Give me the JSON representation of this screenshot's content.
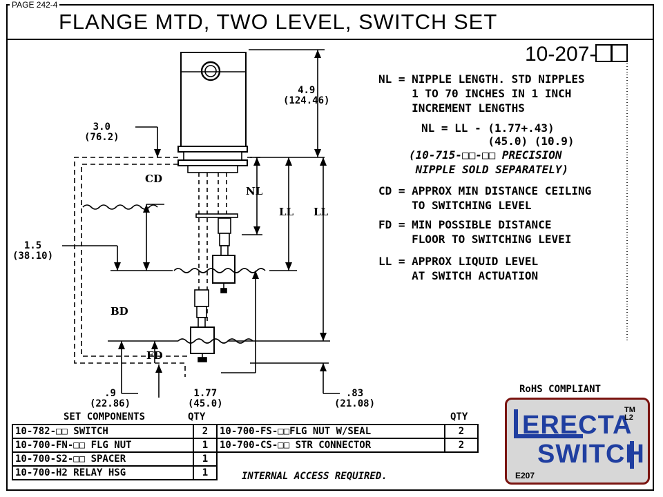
{
  "page_label": "PAGE 242-4",
  "title": "FLANGE  MTD, TWO LEVEL, SWITCH SET",
  "part_number": "10-207-",
  "notes": {
    "nl_1": "NL = NIPPLE LENGTH. STD NIPPLES",
    "nl_2": "     1 TO 70 INCHES IN 1 INCH",
    "nl_3": "     INCREMENT LENGTHS",
    "formula_1": "NL = LL - (1.77+.43)",
    "formula_2": "          (45.0) (10.9)",
    "precision_1": "(10-715-□□-□□ PRECISION",
    "precision_2": " NIPPLE SOLD SEPARATELY)",
    "cd_1": "CD = APPROX MIN DISTANCE CEILING",
    "cd_2": "     TO SWITCHING LEVEL",
    "fd_1": "FD = MIN POSSIBLE DISTANCE",
    "fd_2": "     FLOOR TO SWITCHING LEVEI",
    "ll_1": "LL = APPROX LIQUID LEVEL",
    "ll_2": "     AT SWITCH ACTUATION"
  },
  "dimensions": {
    "d49": "4.9\n(124.46)",
    "d30": "3.0\n(76.2)",
    "d15": "1.5\n(38.10)",
    "d09": ".9\n(22.86)",
    "d177": "1.77\n(45.0)",
    "d083": ".83\n(21.08)"
  },
  "labels": {
    "cd": "CD",
    "nl": "NL",
    "ll_a": "LL",
    "ll_b": "LL",
    "bd": "BD",
    "fd": "FD"
  },
  "components": {
    "header_set": "SET COMPONENTS",
    "header_qty1": "QTY",
    "header_qty2": "QTY",
    "rows": [
      {
        "left_part": "10-782-□□ SWITCH",
        "left_qty": "2",
        "right_part": "10-700-FS-□□FLG NUT W/SEAL",
        "right_qty": "2"
      },
      {
        "left_part": "10-700-FN-□□ FLG NUT",
        "left_qty": "1",
        "right_part": "10-700-CS-□□ STR CONNECTOR",
        "right_qty": "2"
      },
      {
        "left_part": "10-700-S2-□□ SPACER",
        "left_qty": "1"
      },
      {
        "left_part": "10-700-H2 RELAY HSG",
        "left_qty": "1"
      }
    ],
    "internal_note": "INTERNAL ACCESS REQUIRED."
  },
  "rohs": "RoHS COMPLIANT",
  "logo": {
    "word1": "ERECTA",
    "word2": "SWITCH",
    "tm": "TM\nL2",
    "code": "E207",
    "icon": "erecta-switch-logo",
    "brand_blue": "#1f3ea0",
    "brand_red": "#7a1410"
  }
}
